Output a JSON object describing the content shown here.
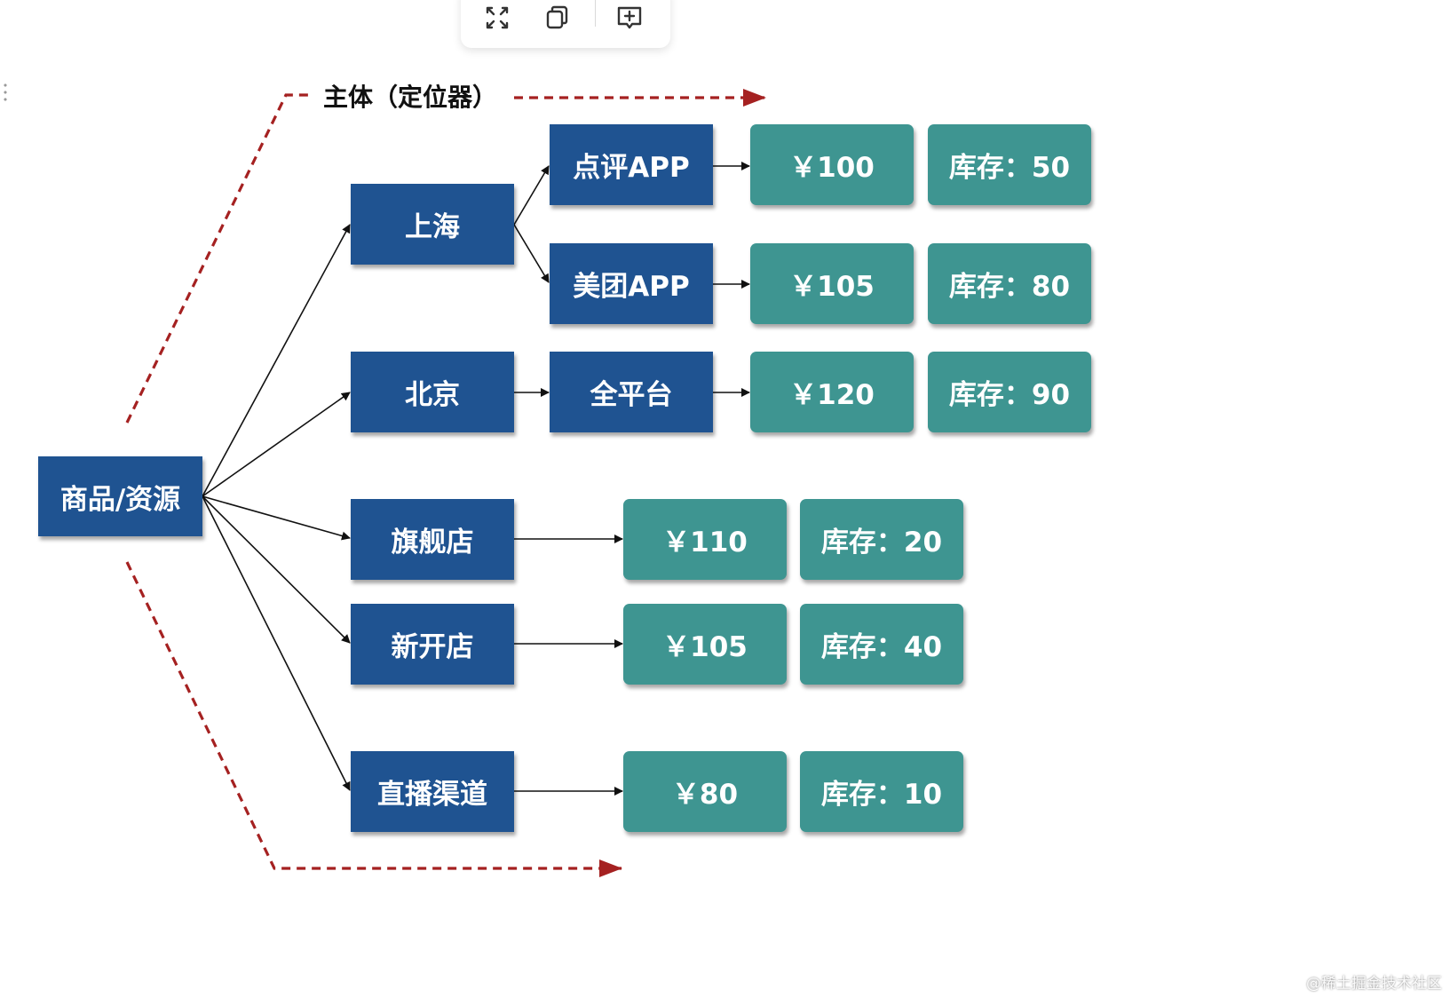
{
  "caption": "主体（定位器）",
  "nodes": {
    "root": "商品/资源",
    "shanghai": "上海",
    "beijing": "北京",
    "flagship": "旗舰店",
    "newstore": "新开店",
    "live": "直播渠道",
    "dianping": "点评APP",
    "meituan": "美团APP",
    "allplat": "全平台"
  },
  "prices": {
    "dianping": "￥100",
    "meituan": "￥105",
    "allplat": "￥120",
    "flagship": "￥110",
    "newstore": "￥105",
    "live": "￥80"
  },
  "stocks": {
    "dianping": "库存：50",
    "meituan": "库存：80",
    "allplat": "库存：90",
    "flagship": "库存：20",
    "newstore": "库存：40",
    "live": "库存：10"
  },
  "toolbar": {
    "icons": [
      "fullscreen-icon",
      "copy-icon",
      "add-comment-icon"
    ]
  },
  "colors": {
    "node_blue": "#1f5391",
    "node_teal": "#3e9591",
    "dashed_red": "#a52121",
    "arrow": "#111111"
  },
  "watermark": "@稀土掘金技术社区"
}
